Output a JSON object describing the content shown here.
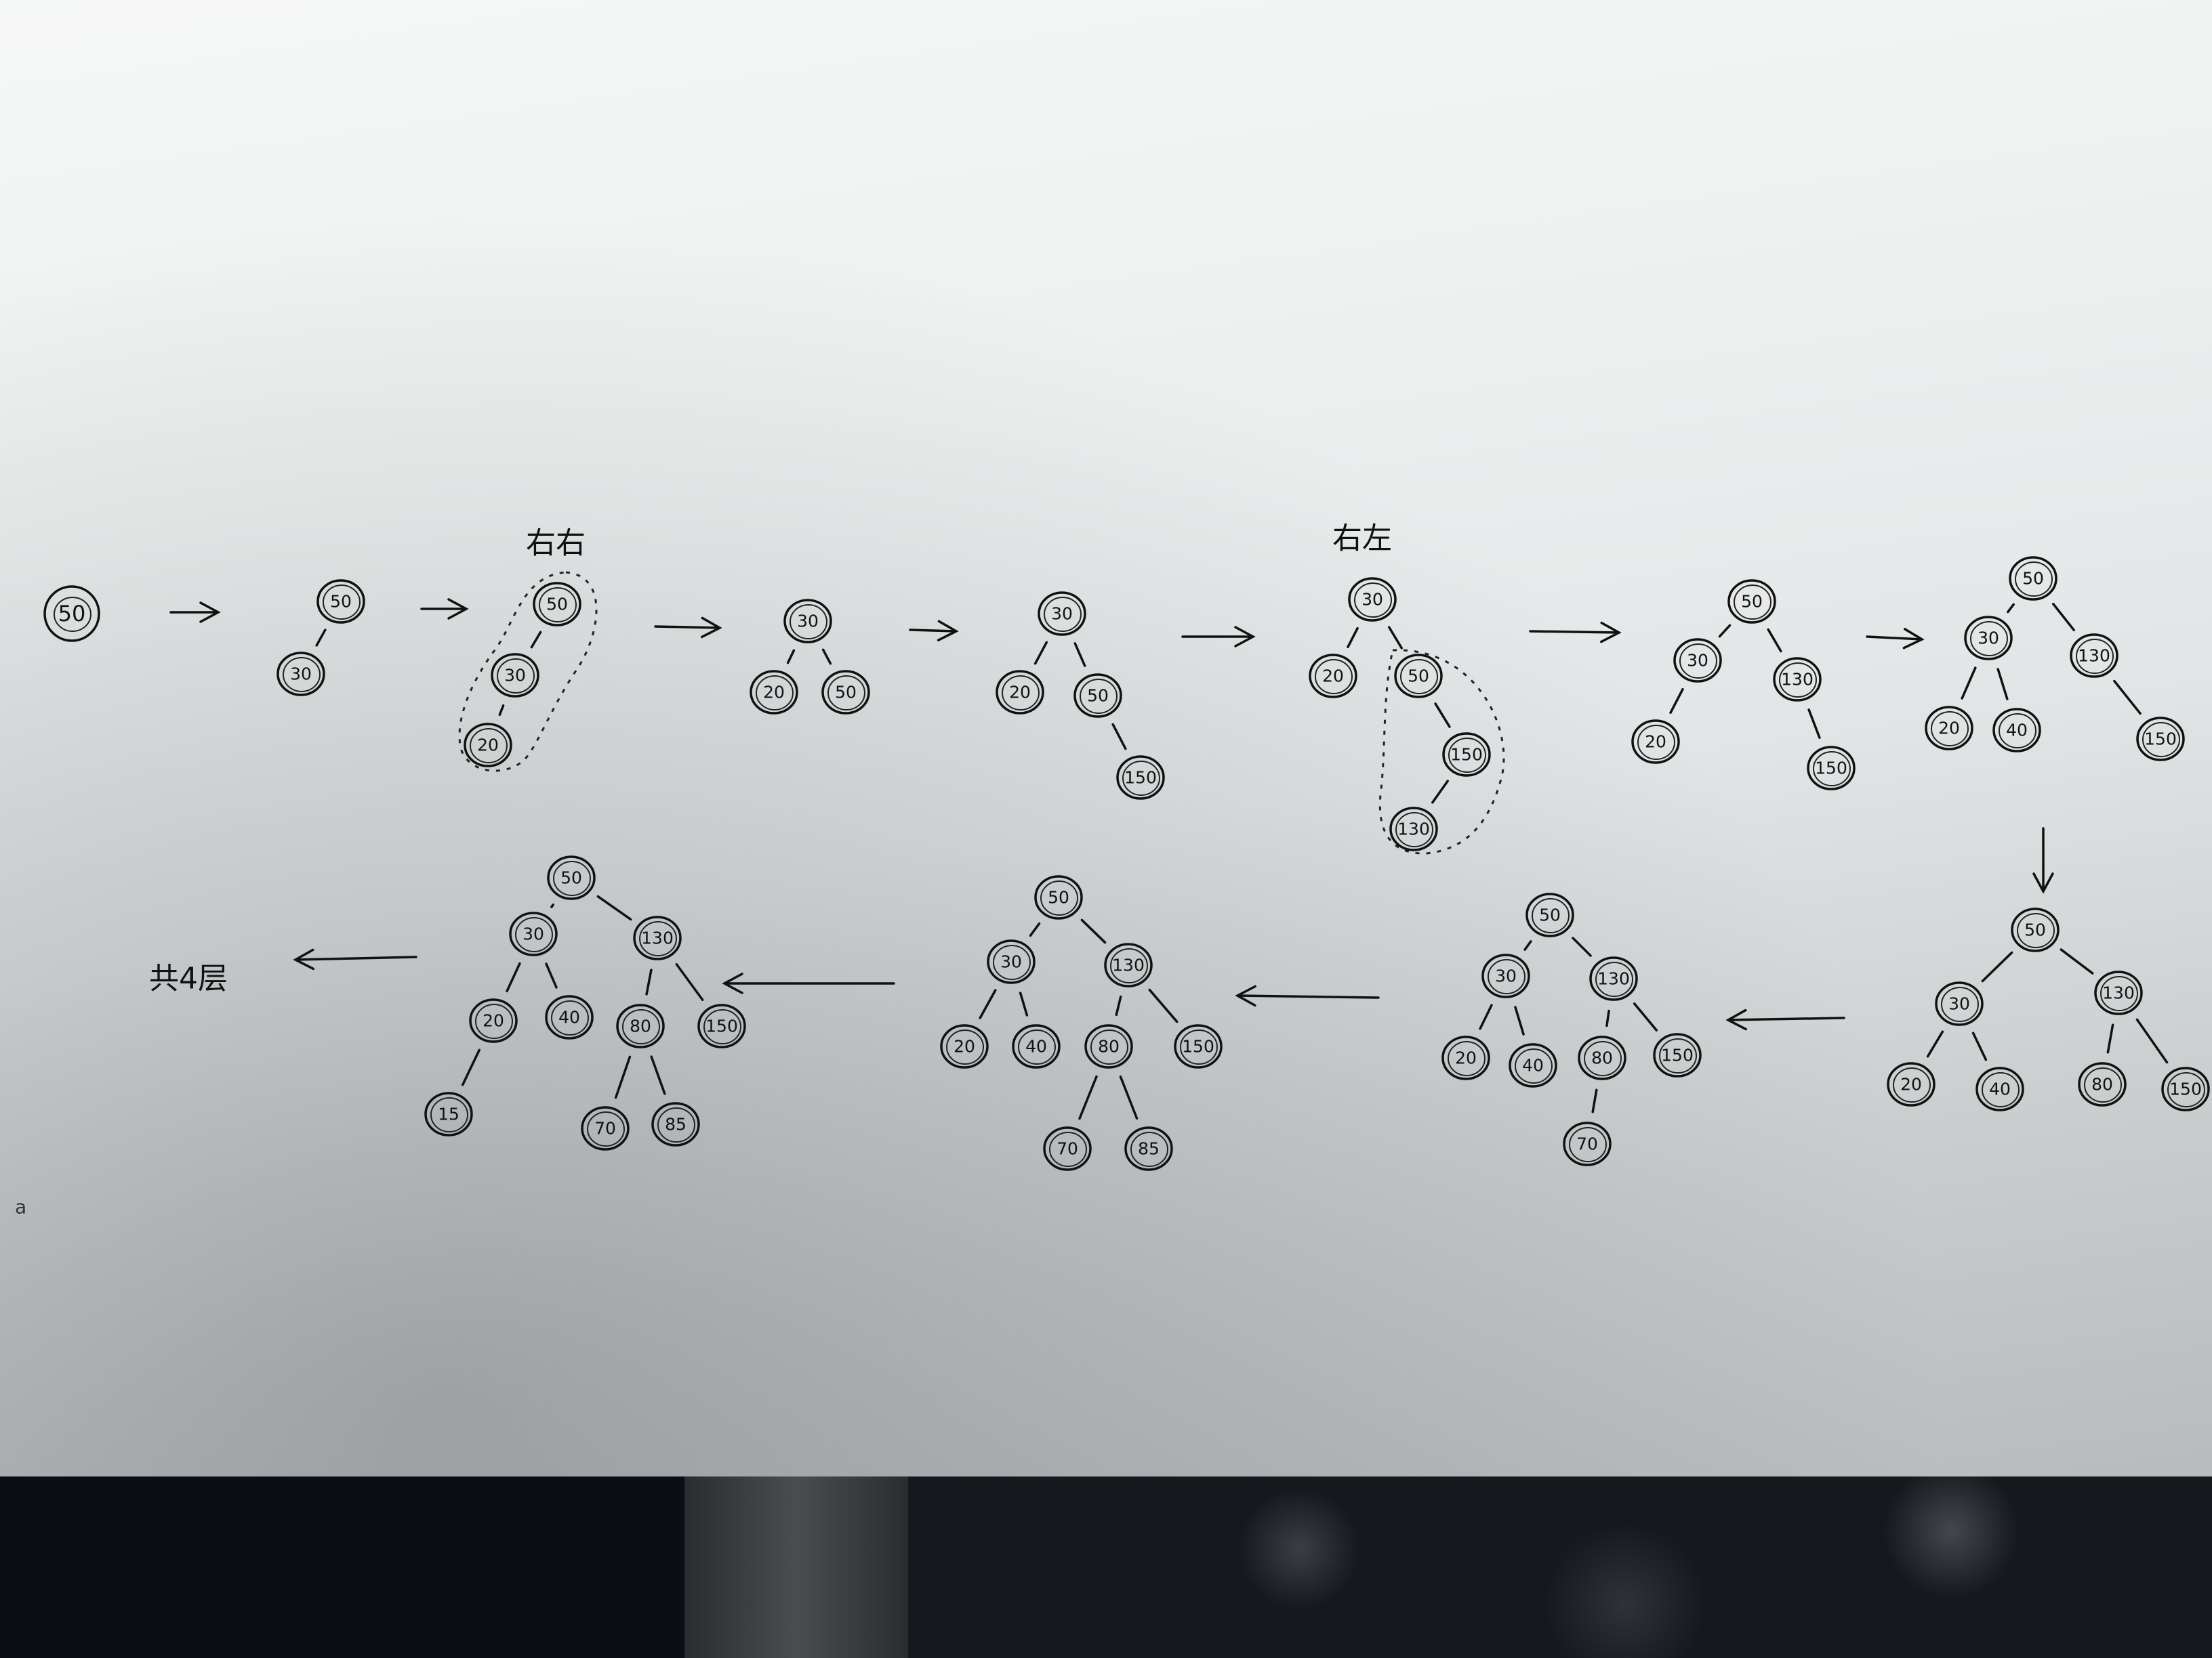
{
  "steps": [
    {
      "nodes": [
        "50"
      ],
      "edges": []
    },
    {
      "nodes": [
        "50",
        "30"
      ],
      "edges": [
        [
          0,
          1
        ]
      ]
    },
    {
      "nodes": [
        "50",
        "30",
        "20"
      ],
      "edges": [
        [
          0,
          1
        ],
        [
          1,
          2
        ]
      ],
      "caption": "右右"
    },
    {
      "nodes": [
        "30",
        "20",
        "50"
      ],
      "edges": [
        [
          0,
          1
        ],
        [
          0,
          2
        ]
      ]
    },
    {
      "nodes": [
        "30",
        "20",
        "50",
        "150"
      ],
      "edges": [
        [
          0,
          1
        ],
        [
          0,
          2
        ],
        [
          2,
          3
        ]
      ]
    },
    {
      "nodes": [
        "30",
        "20",
        "50",
        "150",
        "130"
      ],
      "edges": [
        [
          0,
          1
        ],
        [
          0,
          2
        ],
        [
          2,
          3
        ],
        [
          3,
          4
        ]
      ],
      "caption": "右左"
    },
    {
      "nodes": [
        "50",
        "30",
        "130",
        "20",
        "150"
      ],
      "edges": [
        [
          0,
          1
        ],
        [
          0,
          2
        ],
        [
          1,
          3
        ],
        [
          2,
          4
        ]
      ]
    },
    {
      "nodes": [
        "50",
        "30",
        "130",
        "20",
        "40",
        "150"
      ],
      "edges": [
        [
          0,
          1
        ],
        [
          0,
          2
        ],
        [
          1,
          3
        ],
        [
          1,
          4
        ],
        [
          2,
          5
        ]
      ]
    },
    {
      "nodes": [
        "50",
        "30",
        "130",
        "20",
        "40",
        "80",
        "150"
      ],
      "edges": [
        [
          0,
          1
        ],
        [
          0,
          2
        ],
        [
          1,
          3
        ],
        [
          1,
          4
        ],
        [
          2,
          5
        ],
        [
          2,
          6
        ]
      ]
    },
    {
      "nodes": [
        "50",
        "30",
        "130",
        "20",
        "40",
        "80",
        "150",
        "70"
      ],
      "edges": [
        [
          0,
          1
        ],
        [
          0,
          2
        ],
        [
          1,
          3
        ],
        [
          1,
          4
        ],
        [
          2,
          5
        ],
        [
          2,
          6
        ],
        [
          5,
          7
        ]
      ]
    },
    {
      "nodes": [
        "50",
        "30",
        "130",
        "20",
        "40",
        "80",
        "150",
        "70",
        "85"
      ],
      "edges": [
        [
          0,
          1
        ],
        [
          0,
          2
        ],
        [
          1,
          3
        ],
        [
          1,
          4
        ],
        [
          2,
          5
        ],
        [
          2,
          6
        ],
        [
          5,
          7
        ],
        [
          5,
          8
        ]
      ]
    },
    {
      "nodes": [
        "50",
        "30",
        "130",
        "20",
        "40",
        "80",
        "150",
        "15",
        "70",
        "85"
      ],
      "edges": [
        [
          0,
          1
        ],
        [
          0,
          2
        ],
        [
          1,
          3
        ],
        [
          1,
          4
        ],
        [
          2,
          5
        ],
        [
          2,
          6
        ],
        [
          3,
          7
        ],
        [
          5,
          8
        ],
        [
          5,
          9
        ]
      ]
    }
  ],
  "final_caption": "共4层",
  "margin_mark": "a"
}
